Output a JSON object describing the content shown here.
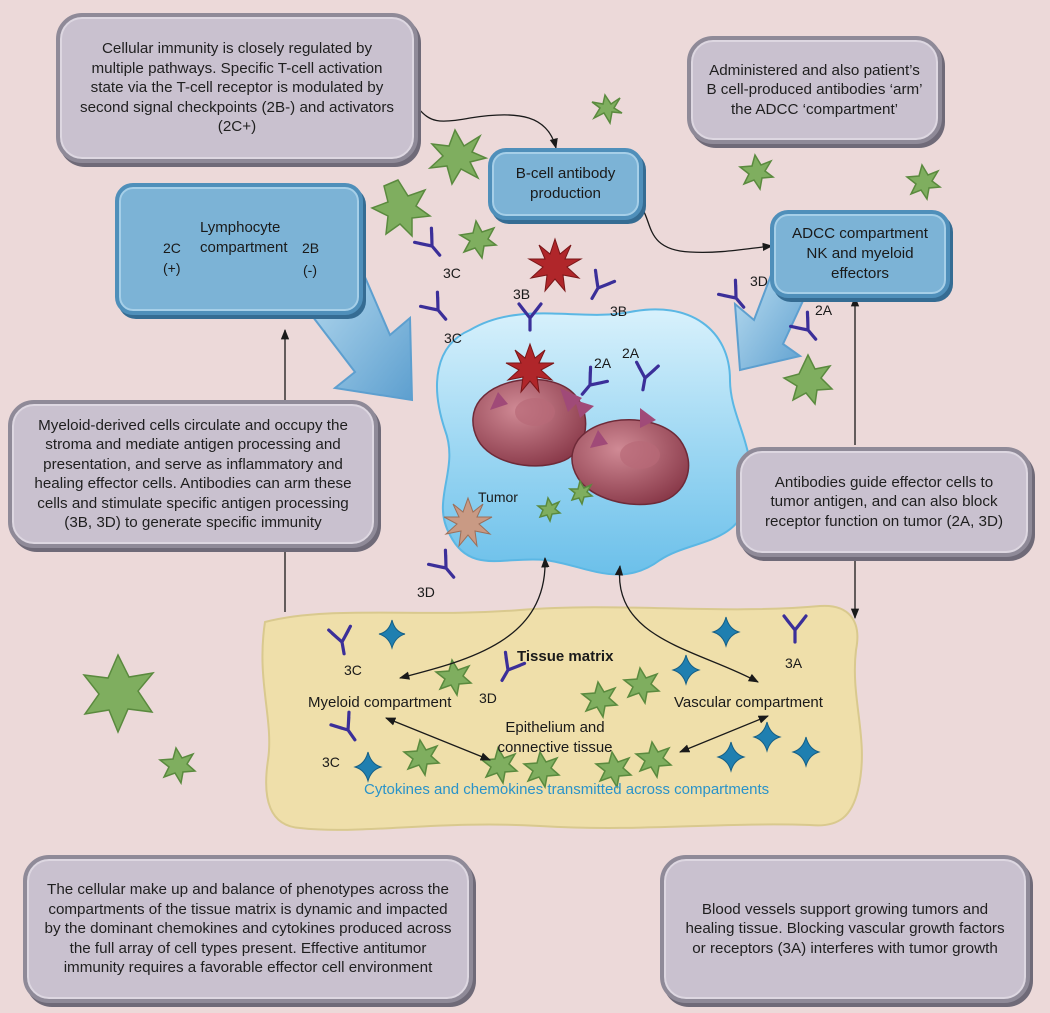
{
  "notes": {
    "cellular_immunity": "Cellular immunity is closely regulated by multiple pathways.  Specific T-cell activation state via the T-cell receptor is modulated by second signal checkpoints (2B-) and activators (2C+)",
    "administered": "Administered  and also patient’s B cell-produced antibodies ‘arm’ the ADCC ‘compartment’",
    "myeloid_derived": "Myeloid-derived cells circulate and occupy the stroma and mediate antigen processing and presentation, and serve as inflammatory and healing effector cells. Antibodies can arm these cells and stimulate specific antigen processing (3B, 3D) to generate specific immunity",
    "antibodies_guide": "Antibodies guide effector cells to tumor antigen, and can also block receptor function on tumor (2A, 3D)",
    "cellular_makeup": "The cellular make up and balance of phenotypes across the compartments of the tissue matrix is dynamic and impacted by the dominant chemokines and cytokines produced across the full array of cell types present. Effective antitumor immunity requires a favorable effector cell environment",
    "blood_vessels": "Blood vessels support growing tumors and healing tissue. Blocking vascular growth factors or receptors (3A) interferes with tumor growth"
  },
  "boxes": {
    "bcell": "B-cell antibody production",
    "lymphocyte": "Lymphocyte compartment",
    "adcc": "ADCC compartment NK and myeloid effectors"
  },
  "labels": {
    "c2": "2C",
    "c2_sign": "(+)",
    "b2": "2B",
    "b2_sign": "(-)",
    "c3_top": "3C",
    "c3_mid": "3C",
    "b3_left": "3B",
    "b3_right": "3B",
    "a2_left": "2A",
    "a2_right": "2A",
    "d3_adcc": "3D",
    "a2_adcc": "2A",
    "tumor": "Tumor",
    "d3_left": "3D",
    "c3_matrix_top": "3C",
    "c3_matrix_bottom": "3C",
    "d3_matrix": "3D",
    "a3_matrix": "3A"
  },
  "matrix": {
    "title": "Tissue matrix",
    "myeloid": "Myeloid compartment",
    "vascular": "Vascular compartment",
    "epithelium": "Epithelium and connective tissue",
    "cytokines": "Cytokines and chemokines transmitted across compartments"
  },
  "colors": {
    "background": "#ecd9d9",
    "note_fill": "#c9c1cf",
    "box_blue": "#7cb3d6",
    "tumor_blue": "#8fd0f0",
    "matrix_tan": "#efdfaa",
    "star_green": "#7fae5f",
    "burst_red": "#b0262a",
    "burst_tan": "#c99a84",
    "antibody_purple": "#3b2f99",
    "diamond_blue": "#1f7fb0",
    "cytokine_text": "#2a93c9"
  },
  "icons": [
    "star-icon",
    "antibody-icon",
    "burst-icon",
    "diamond-icon",
    "tumor-cell-icon",
    "arrow-icon"
  ]
}
